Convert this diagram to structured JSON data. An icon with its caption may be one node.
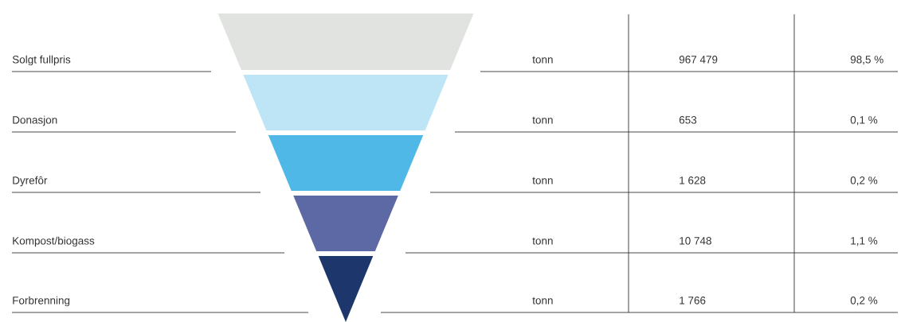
{
  "diagram": {
    "labels": [
      "Solgt fullpris",
      "tonn",
      "967 479",
      "98,5 %",
      "Donasjon",
      "tonn",
      "653",
      "0,1 %",
      "Dyrefôr",
      "tonn",
      "1 628",
      "0,2 %",
      "Kompost/biogass",
      "tonn",
      "10 748",
      "1,1 %",
      "Forbrenning",
      "tonn",
      "1 766",
      "0,2 %"
    ]
  }
}
